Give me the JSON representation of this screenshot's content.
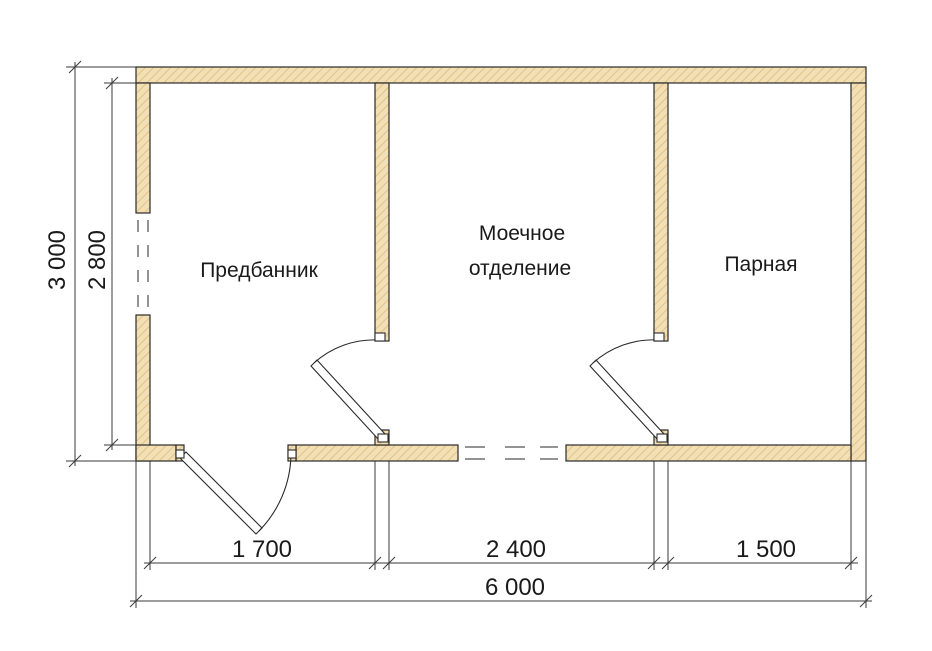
{
  "colors": {
    "wall_fill": "#f3dfb4",
    "wall_hatch": "#d9b97d",
    "line": "#2a2a2a",
    "background": "#ffffff"
  },
  "rooms": {
    "predbannik": "Предбанник",
    "moechnoe_line1": "Моечное",
    "moechnoe_line2": "отделение",
    "parnaya": "Парная"
  },
  "dimensions": {
    "height_outer": "3 000",
    "height_inner": "2 800",
    "width_room1": "1 700",
    "width_room2": "2 400",
    "width_room3": "1 500",
    "width_total": "6 000"
  }
}
